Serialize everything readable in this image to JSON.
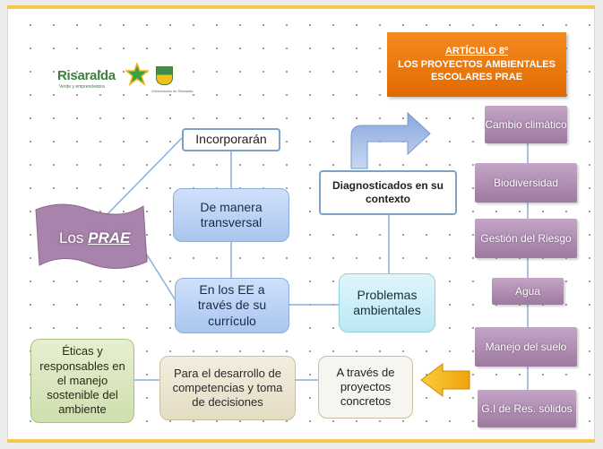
{
  "logo": {
    "brand": "Risaralda",
    "tagline": "Verde y emprendedora",
    "shield_caption": "Gobernación de Risaralda"
  },
  "header": {
    "line1": "ARTÍCULO 8º",
    "line2": "LOS PROYECTOS AMBIENTALES",
    "line3": "ESCOLARES PRAE"
  },
  "prae": {
    "prefix": "Los ",
    "emph": "PRAE"
  },
  "nodes": {
    "incorporaran": "Incorporarán",
    "transversal": "De manera transversal",
    "ee_curriculo": "En los EE a través de su currículo",
    "diagnosticados": "Diagnosticados en su contexto",
    "problemas": "Problemas ambientales",
    "eticos": "Éticas y responsables en el manejo sostenible del ambiente",
    "desarrollo": "Para el desarrollo de competencias y toma de decisiones",
    "proyectos": "A través de proyectos concretos"
  },
  "topics": [
    "Cambio climático",
    "Biodiversidad",
    "Gestión del Riesgo",
    "Agua",
    "Manejo del suelo",
    "G.I de Res. sólidos"
  ],
  "colors": {
    "header_orange": "#f07a10",
    "topic_purple": "#a887ab",
    "arrow_blue": "#9bb4e0",
    "arrow_yellow": "#f5b81c",
    "connector": "#8aaedc"
  }
}
